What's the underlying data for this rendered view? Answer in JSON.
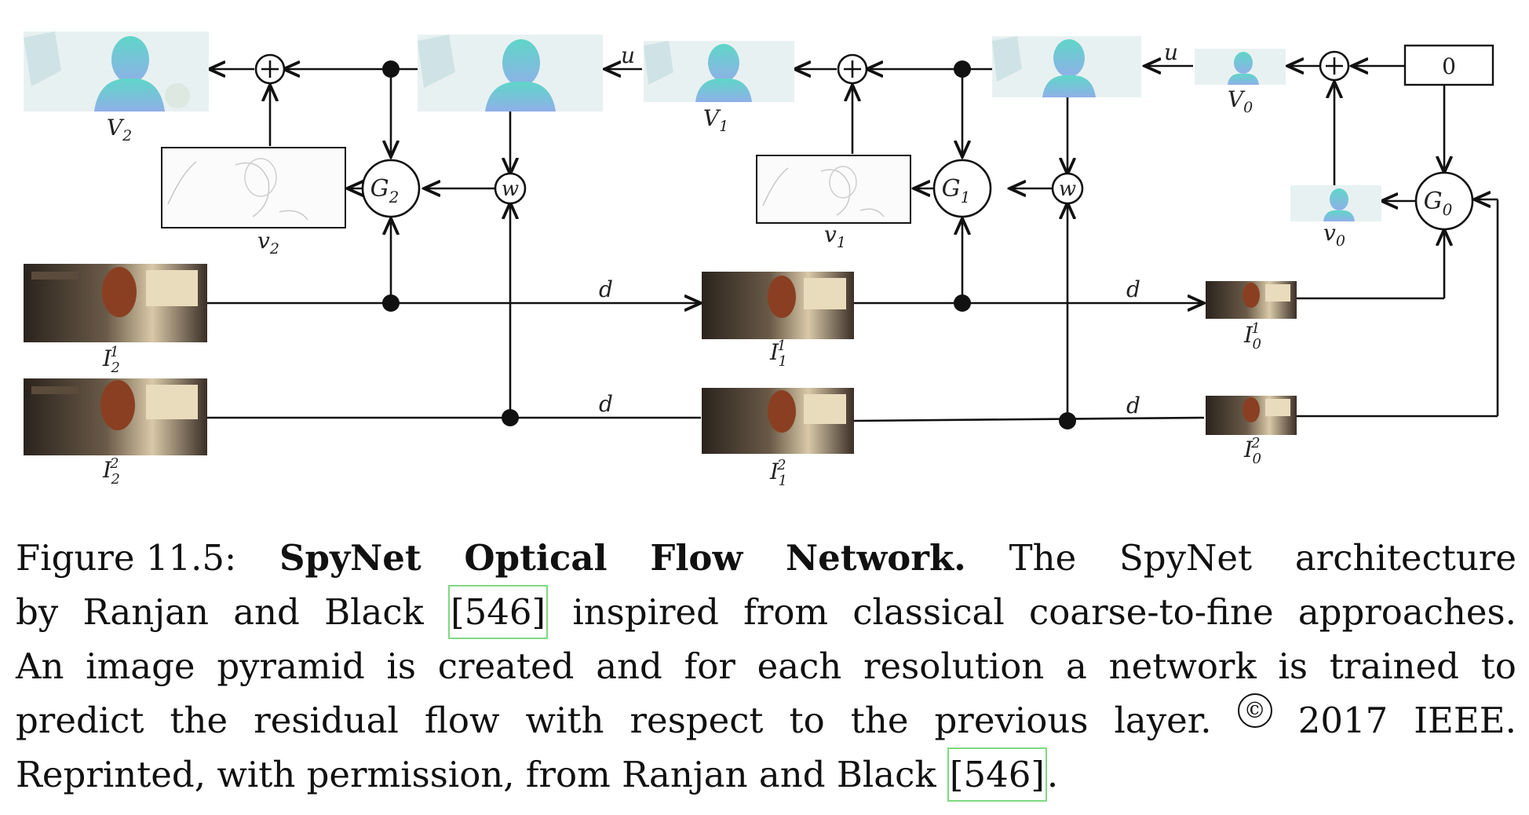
{
  "diagram": {
    "flow_labels": {
      "V2": "V",
      "V2_sub": "2",
      "V1": "V",
      "V1_sub": "1",
      "V0": "V",
      "V0_sub": "0"
    },
    "residual_labels": {
      "v2": "v",
      "v2_sub": "2",
      "v1": "v",
      "v1_sub": "1",
      "v0": "v",
      "v0_sub": "0"
    },
    "networks": {
      "G2": "G",
      "G2_sub": "2",
      "G1": "G",
      "G1_sub": "1",
      "G0": "G",
      "G0_sub": "0"
    },
    "warp_label": "w",
    "plus_symbol": "+",
    "upsample_label": "u",
    "downsample_label": "d",
    "zero_label": "0",
    "image_labels": {
      "I12": "I",
      "I12_sub": "2",
      "I12_sup": "1",
      "I22": "I",
      "I22_sub": "2",
      "I22_sup": "2",
      "I11": "I",
      "I11_sub": "1",
      "I11_sup": "1",
      "I21": "I",
      "I21_sub": "1",
      "I21_sup": "2",
      "I10": "I",
      "I10_sub": "0",
      "I10_sup": "1",
      "I20": "I",
      "I20_sub": "0",
      "I20_sup": "2"
    },
    "colors": {
      "line": "#111111",
      "flow_cyan": "#5fd6c8",
      "flow_blue": "#8fb0e8",
      "flow_bg": "#e8f1f1",
      "photo_dark": "#3a2e26",
      "photo_light": "#d9c9a8",
      "hair": "#8a3f22"
    }
  },
  "caption": {
    "lines": [
      [
        "Figure 11.5:",
        "SpyNet",
        "Optical",
        "Flow",
        "Network.",
        "The",
        "SpyNet",
        "architecture"
      ],
      [
        "by",
        "Ranjan",
        "and",
        "Black",
        "[546]",
        "inspired",
        "from",
        "classical",
        "coarse-to-fine",
        "approaches."
      ],
      [
        "An",
        "image",
        "pyramid",
        "is",
        "created",
        "and",
        "for",
        "each",
        "resolution",
        "a",
        "network",
        "is",
        "trained",
        "to"
      ],
      [
        "predict",
        "the",
        "residual",
        "flow",
        "with",
        "respect",
        "to",
        "the",
        "previous",
        "layer.",
        "©",
        "2017",
        "IEEE."
      ],
      [
        "Reprinted, with permission, from Ranjan and Black",
        "[546]",
        "."
      ]
    ],
    "bold_words": [
      "SpyNet",
      "Optical",
      "Flow",
      "Network."
    ]
  }
}
